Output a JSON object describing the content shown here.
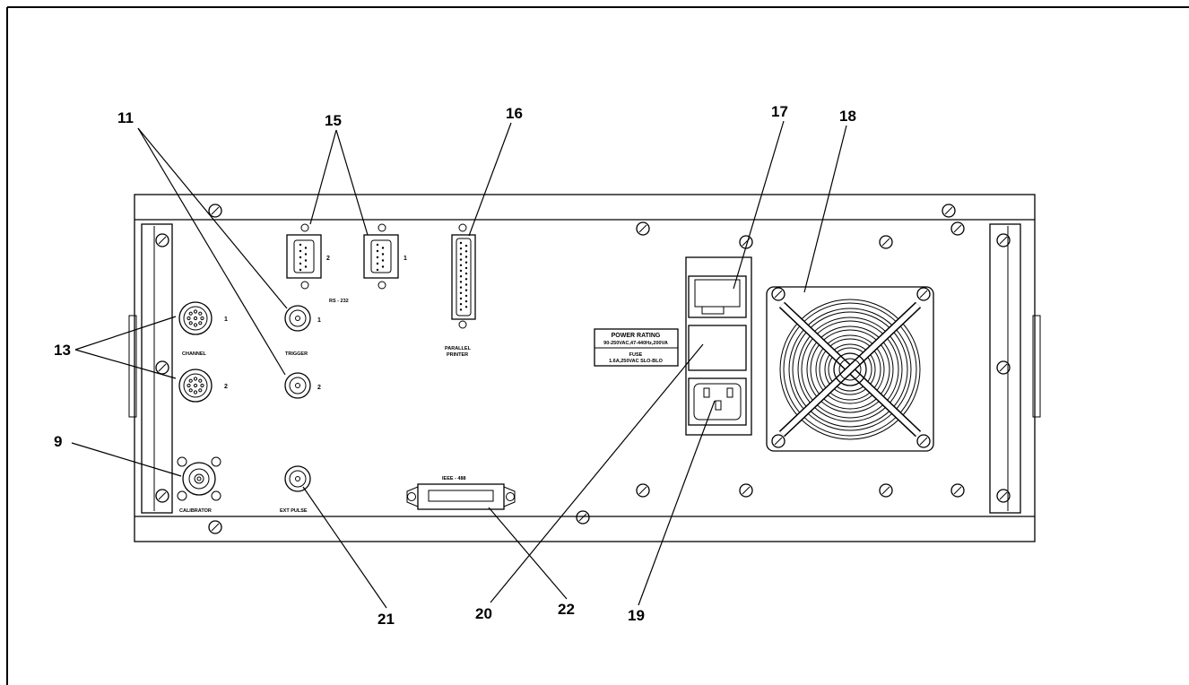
{
  "callouts": {
    "c11": "11",
    "c15": "15",
    "c16": "16",
    "c17": "17",
    "c18": "18",
    "c13": "13",
    "c9": "9",
    "c21": "21",
    "c20": "20",
    "c22": "22",
    "c19": "19"
  },
  "labels": {
    "channel": "CHANNEL",
    "trigger": "TRIGGER",
    "rs232": "RS - 232",
    "parallel_1": "PARALLEL",
    "parallel_2": "PRINTER",
    "calibrator": "CALIBRATOR",
    "ext_pulse": "EXT PULSE",
    "ieee": "IEEE - 488",
    "power_rating": "POWER RATING",
    "power_spec": "90-250VAC,47-440Hz,200VA",
    "fuse": "FUSE",
    "fuse_spec": "1.6A,250VAC SLO-BLO",
    "ch1": "1",
    "ch2": "2",
    "trig1": "1",
    "trig2": "2",
    "rs1": "1",
    "rs2": "2"
  }
}
